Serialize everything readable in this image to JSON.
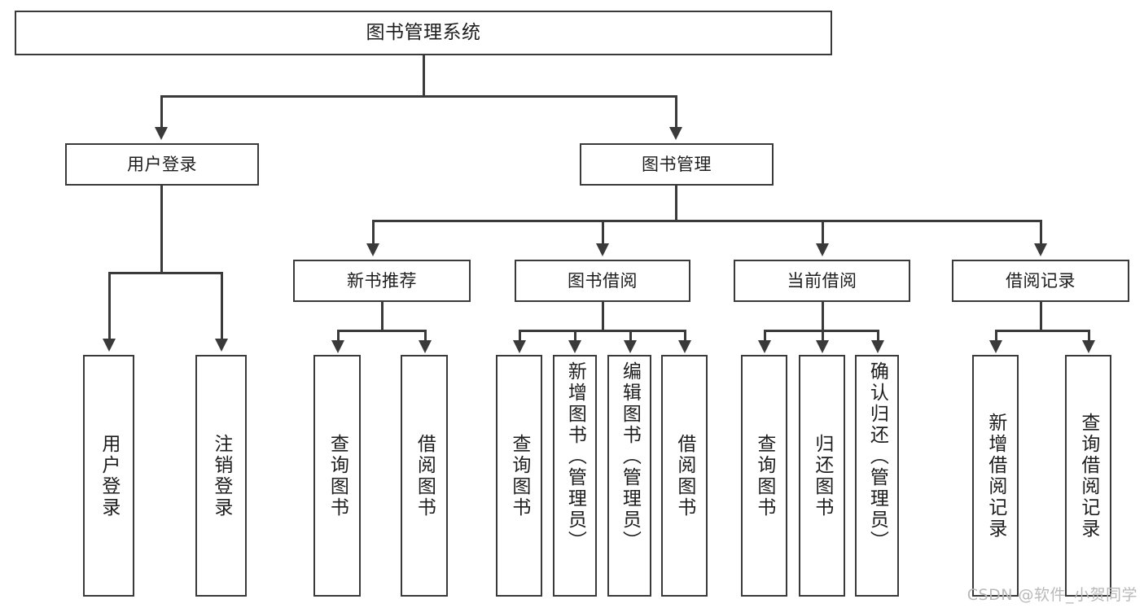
{
  "diagram": {
    "type": "hierarchy-tree",
    "title": "图书管理系统",
    "root": {
      "label": "图书管理系统"
    },
    "level1": [
      {
        "label": "用户登录"
      },
      {
        "label": "图书管理"
      }
    ],
    "level2": [
      {
        "label": "新书推荐"
      },
      {
        "label": "图书借阅"
      },
      {
        "label": "当前借阅"
      },
      {
        "label": "借阅记录"
      }
    ],
    "leaves": {
      "user_login": [
        {
          "label": "用户登录"
        },
        {
          "label": "注销登录"
        }
      ],
      "new_book_recommend": [
        {
          "label": "查询图书"
        },
        {
          "label": "借阅图书"
        }
      ],
      "book_borrow": [
        {
          "label": "查询图书"
        },
        {
          "label": "新增图书（管理员）"
        },
        {
          "label": "编辑图书（管理员）"
        },
        {
          "label": "借阅图书"
        }
      ],
      "current_borrow": [
        {
          "label": "查询图书"
        },
        {
          "label": "归还图书"
        },
        {
          "label": "确认归还（管理员）"
        }
      ],
      "borrow_record": [
        {
          "label": "新增借阅记录"
        },
        {
          "label": "查询借阅记录"
        }
      ]
    }
  },
  "watermark": {
    "text": "CSDN @软件_小贺同学"
  },
  "colors": {
    "line": "#3a3a3a",
    "box_border": "#3a3a3a",
    "background": "#ffffff",
    "text": "#1d1d1d",
    "watermark": "#b9b9b9"
  }
}
